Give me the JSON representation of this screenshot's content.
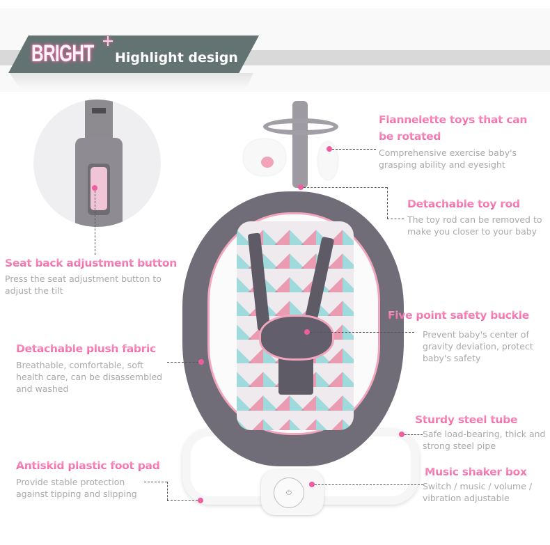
{
  "banner": {
    "badge": "BRIGHT",
    "title": "Highlight design"
  },
  "colors": {
    "banner_bg": "#637372",
    "title_pink": "#f26aa8",
    "desc_gray": "#a9a9a9",
    "dot_pink": "#ef5da0"
  },
  "features": [
    {
      "title_lines": [
        "Flannelette toys that can",
        "be rotated"
      ],
      "desc_lines": [
        "Comprehensive exercise baby's",
        "grasping ability and eyesight"
      ]
    },
    {
      "title_lines": [
        "Detachable toy rod"
      ],
      "desc_lines": [
        "The toy rod can be removed to",
        "make you closer to your baby"
      ]
    },
    {
      "title_lines": [
        "Seat back adjustment button"
      ],
      "desc_lines": [
        "Press the seat adjustment button to",
        "adjust the tilt"
      ]
    },
    {
      "title_lines": [
        "Five point safety buckle"
      ],
      "desc_lines": [
        "Prevent baby's center of",
        "gravity deviation, protect",
        "baby's safety"
      ]
    },
    {
      "title_lines": [
        "Detachable plush fabric"
      ],
      "desc_lines": [
        "Breathable, comfortable, soft",
        "health care, can be disassembled",
        "and washed"
      ]
    },
    {
      "title_lines": [
        "Sturdy steel tube"
      ],
      "desc_lines": [
        "Safe load-bearing, thick and",
        "strong steel pipe"
      ]
    },
    {
      "title_lines": [
        "Antiskid plastic foot pad"
      ],
      "desc_lines": [
        "Provide stable protection",
        "against tipping and slipping"
      ]
    },
    {
      "title_lines": [
        "Music shaker box"
      ],
      "desc_lines": [
        "Switch / music / volume /",
        "vibration adjustable"
      ]
    }
  ],
  "controller": {
    "power_icon": "⏻"
  }
}
